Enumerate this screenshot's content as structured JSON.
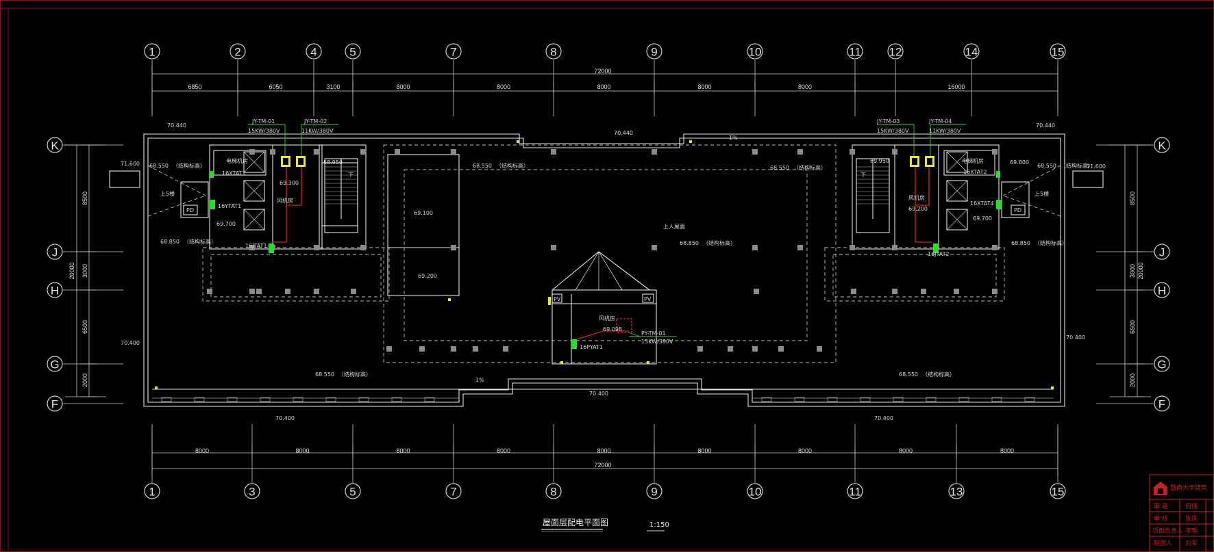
{
  "drawing": {
    "title": "屋面层配电平面图",
    "scale": "1:150"
  },
  "axes": {
    "top": [
      "1",
      "2",
      "4",
      "5",
      "7",
      "8",
      "9",
      "10",
      "11",
      "12",
      "14",
      "15"
    ],
    "bottom": [
      "1",
      "3",
      "5",
      "7",
      "8",
      "9",
      "10",
      "11",
      "13",
      "15"
    ],
    "left": [
      "K",
      "J",
      "H",
      "G",
      "F"
    ],
    "right": [
      "K",
      "J",
      "H",
      "G",
      "F"
    ]
  },
  "dimensions": {
    "top_overall": "72000",
    "top_segments": [
      "6850",
      "6050",
      "3100",
      "8000",
      "8000",
      "8000",
      "8000",
      "8000",
      "16000"
    ],
    "bottom_overall": "72000",
    "bottom_segments": [
      "8000",
      "8000",
      "8000",
      "8000",
      "8000",
      "8000",
      "8000",
      "8000",
      "8000"
    ],
    "left_overall": "20000",
    "left_segments": [
      "8500",
      "3000",
      "6500",
      "2000"
    ],
    "right_overall": "20000",
    "right_segments": [
      "8500",
      "3000",
      "6500",
      "2000"
    ]
  },
  "elevations": {
    "e_70440_left": "70.440",
    "e_70440_center": "70.440",
    "e_70440_right": "70.440",
    "e_71600_left": "71.600",
    "e_71600_right": "71.600",
    "e_68550_a": "68.550",
    "e_68550_b": "68.550",
    "e_68550_c": "68.550",
    "e_68550_d": "68.550",
    "e_68550_e": "68.550",
    "e_68550_f": "68.550",
    "e_68550_g": "68.550",
    "e_68950_left": "68.950",
    "e_68950_right": "69.950",
    "e_69300_left": "69.300",
    "e_69200_right": "69.200",
    "e_69700_left": "69.700",
    "e_69700_right": "69.700",
    "e_69100": "69.100",
    "e_69200_center": "69.200",
    "e_69800_right": "69.800",
    "e_68850_left": "68.850",
    "e_68850_center": "68.850",
    "e_68850_right": "68.850",
    "e_70400_left": "70.400",
    "e_70400_right": "70.400",
    "e_70400_bottom": "70.400",
    "e_70400_bl": "70.400",
    "e_70400_br": "70.400",
    "e_69098": "69.098",
    "struct_label": "（结构标高）",
    "slope": "1%"
  },
  "equipment": {
    "jy_tm_01": "JY-TM-01",
    "jy_tm_01_spec": "15KW/380V",
    "jy_tm_02": "JY-TM-02",
    "jy_tm_02_spec": "11KW/380V",
    "jy_tm_03": "JY-TM-03",
    "jy_tm_03_spec": "15KW/380V",
    "jy_tm_04": "JY-TM-04",
    "jy_tm_04_spec": "11KW/380V",
    "py_tm_01": "PY-TM-01",
    "py_tm_01_spec": "15KW/380V",
    "at1": "16XTAT1",
    "at1b": "16YTAT1",
    "at1c": "16JTAT1",
    "at2": "16XTAT2",
    "at4": "16XTAT4",
    "at2b": "16JTAT2",
    "pyat1": "16PYAT1"
  },
  "rooms": {
    "up_stairs_left": "上5楼",
    "up_stairs_right": "上5楼",
    "down_left": "下",
    "down_right": "下",
    "elevator_machine_room": "电梯机房",
    "fan_room": "风机房",
    "roof_center": "上人屋面",
    "pv": "PV",
    "pd": "PD"
  },
  "title_block": {
    "institute": "暨南大学建筑",
    "rows": [
      [
        "审 定",
        "何伟"
      ],
      [
        "审 核",
        "张庆"
      ],
      [
        "项目负责人",
        "李明"
      ],
      [
        "制图人",
        "刘军"
      ]
    ]
  }
}
